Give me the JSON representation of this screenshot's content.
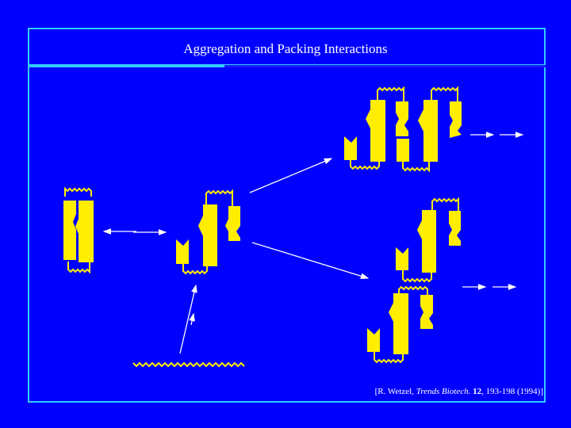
{
  "slide": {
    "title": "Aggregation and Packing Interactions",
    "citation": {
      "prefix": "[R. Wetzel, ",
      "journal": "Trends Biotech.",
      "volume": "12",
      "suffix": ", 193-198 (1994)]"
    }
  },
  "colors": {
    "background": "#0000ff",
    "frame": "#33ccff",
    "protein": "#ffee00",
    "arrows": "#ffffff",
    "text": "#ffffff"
  }
}
